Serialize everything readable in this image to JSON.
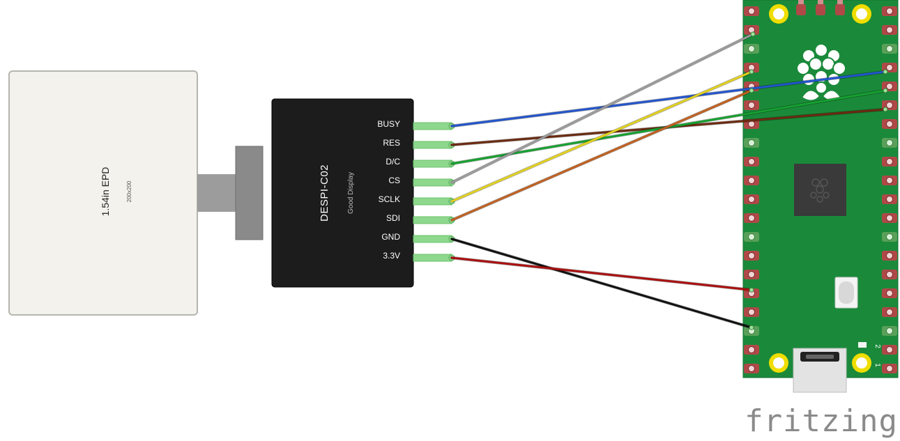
{
  "epd": {
    "title": "1.54in EPD",
    "subtitle": "200x200"
  },
  "driver": {
    "title": "DESPI-C02",
    "subtitle": "Good Display",
    "pins": [
      "BUSY",
      "RES",
      "D/C",
      "CS",
      "SCLK",
      "SDI",
      "GND",
      "3.3V"
    ]
  },
  "pico": {
    "pin_1_label": "1",
    "pin_2_label": "2"
  },
  "brand": "fritzing",
  "colors": {
    "board_green": "#1a8a3a",
    "driver_black": "#1c1c1c",
    "wires": [
      "#2255cc",
      "#6b2a10",
      "#16a030",
      "#9a9a9a",
      "#e0d020",
      "#c06020",
      "#111111",
      "#aa1010"
    ]
  }
}
